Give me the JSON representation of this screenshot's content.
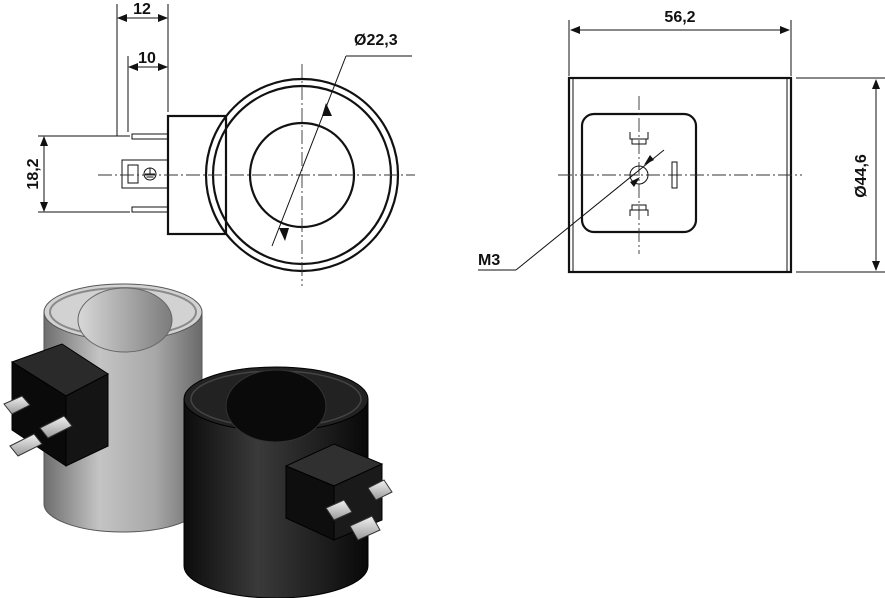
{
  "dimensions": {
    "pin_offset_outer": "12",
    "pin_offset_inner": "10",
    "pin_spacing": "18,2",
    "bore_diameter": "Ø22,3",
    "body_length": "56,2",
    "outer_diameter": "Ø44,6",
    "screw_thread": "M3"
  },
  "colors": {
    "line": "#111111",
    "coil_gray": "#9a9a9a",
    "coil_black": "#1c1c1c"
  }
}
